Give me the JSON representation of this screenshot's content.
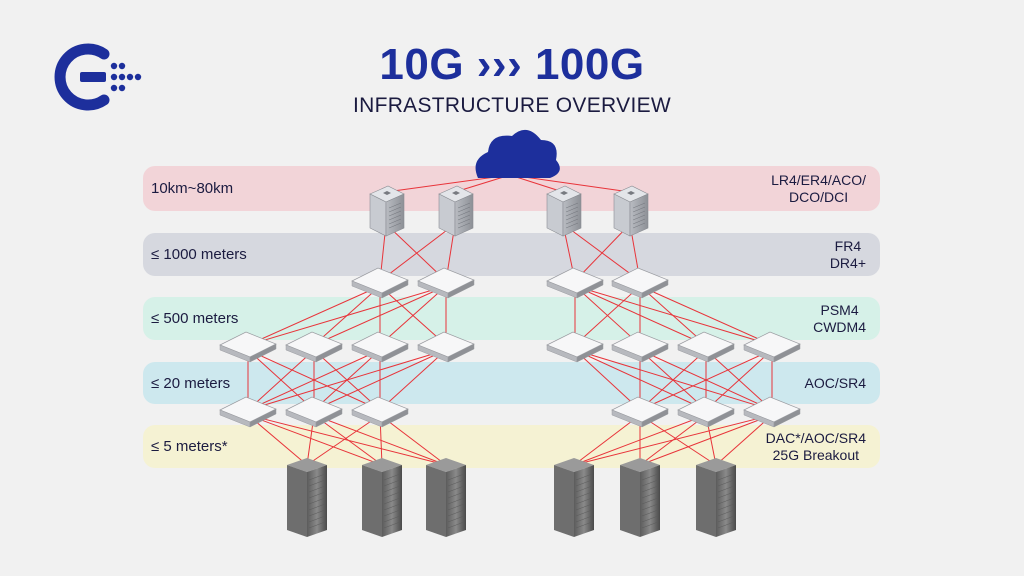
{
  "header": {
    "title": "10G ››› 100G",
    "subtitle": "INFRASTRUCTURE OVERVIEW"
  },
  "colors": {
    "brand": "#1d2f9c",
    "link": "#e8343a",
    "band_long_haul": "#f2d4d8",
    "band_1000m": "#d6d8df",
    "band_500m": "#d6f1e8",
    "band_20m": "#cde8ee",
    "band_5m": "#f5f2d3"
  },
  "tiers": [
    {
      "distance": "10km~80km",
      "optics": [
        "LR4/ER4/ACO/",
        "DCO/DCI"
      ]
    },
    {
      "distance": "≤ 1000 meters",
      "optics": [
        "FR4",
        "DR4+"
      ]
    },
    {
      "distance": "≤ 500 meters",
      "optics": [
        "PSM4",
        "CWDM4"
      ]
    },
    {
      "distance": "≤ 20 meters",
      "optics": [
        "AOC/SR4"
      ]
    },
    {
      "distance": "≤ 5 meters*",
      "optics": [
        "DAC*/AOC/SR4",
        "25G Breakout"
      ]
    }
  ],
  "icons": {
    "logo": "company-logo-icon",
    "cloud": "cloud-icon",
    "router": "router-icon",
    "switch": "switch-icon",
    "server": "server-rack-icon"
  }
}
